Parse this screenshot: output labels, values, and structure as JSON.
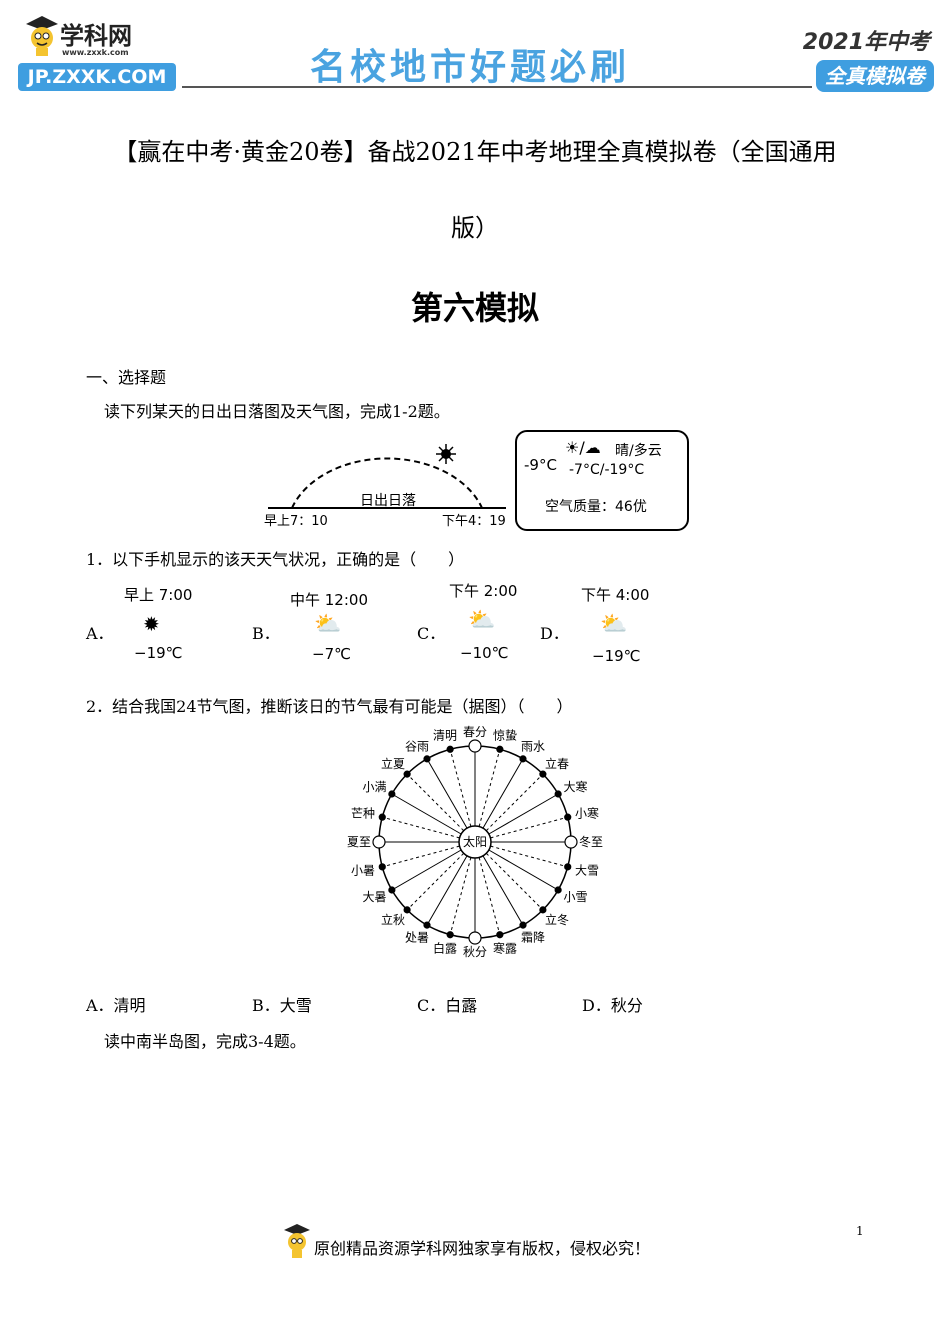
{
  "header": {
    "logo_cn": "学科网",
    "logo_url_small": "www.zxxk.com",
    "logo_domain": "JP.ZXXK.COM",
    "banner": "名校地市好题必刷",
    "year_tag": "2021年中考",
    "badge": "全真模拟卷"
  },
  "title": {
    "line1": "【赢在中考·黄金20卷】备战2021年中考地理全真模拟卷（全国通用",
    "line2": "版）",
    "line3": "第六模拟"
  },
  "section": "一、选择题",
  "intro1": "读下列某天的日出日落图及天气图，完成1-2题。",
  "sun_diagram": {
    "label": "日出日落",
    "sunrise": "早上7：10",
    "sunset": "下午4：19"
  },
  "weather_card": {
    "current_temp": "-9°C",
    "condition": "晴/多云",
    "range": "-7°C/-19°C",
    "air": "空气质量：46优"
  },
  "q1": {
    "stem": "1．以下手机显示的该天天气状况，正确的是（　　）",
    "options": [
      {
        "label": "A．",
        "time": "早上 7:00",
        "icon": "sun-icon",
        "temp": "−19℃"
      },
      {
        "label": "B．",
        "time": "中午 12:00",
        "icon": "cloud-sun-icon",
        "temp": "−7℃"
      },
      {
        "label": "C．",
        "time": "下午 2:00",
        "icon": "cloud-sun-icon",
        "temp": "−10℃"
      },
      {
        "label": "D．",
        "time": "下午 4:00",
        "icon": "cloud-sun-icon",
        "temp": "−19℃"
      }
    ]
  },
  "q2": {
    "stem": "2．结合我国24节气图，推断该日的节气最有可能是（据图）（　　）",
    "center": "太阳",
    "terms": [
      "春分",
      "惊蛰",
      "雨水",
      "立春",
      "大寒",
      "小寒",
      "冬至",
      "大雪",
      "小雪",
      "立冬",
      "霜降",
      "寒露",
      "秋分",
      "白露",
      "处暑",
      "立秋",
      "大暑",
      "小暑",
      "夏至",
      "芒种",
      "小满",
      "立夏",
      "谷雨",
      "清明"
    ],
    "options": [
      "A．清明",
      "B．大雪",
      "C．白露",
      "D．秋分"
    ]
  },
  "intro2": "读中南半岛图，完成3-4题。",
  "footer": "原创精品资源学科网独家享有版权，侵权必究！",
  "page_number": "1"
}
